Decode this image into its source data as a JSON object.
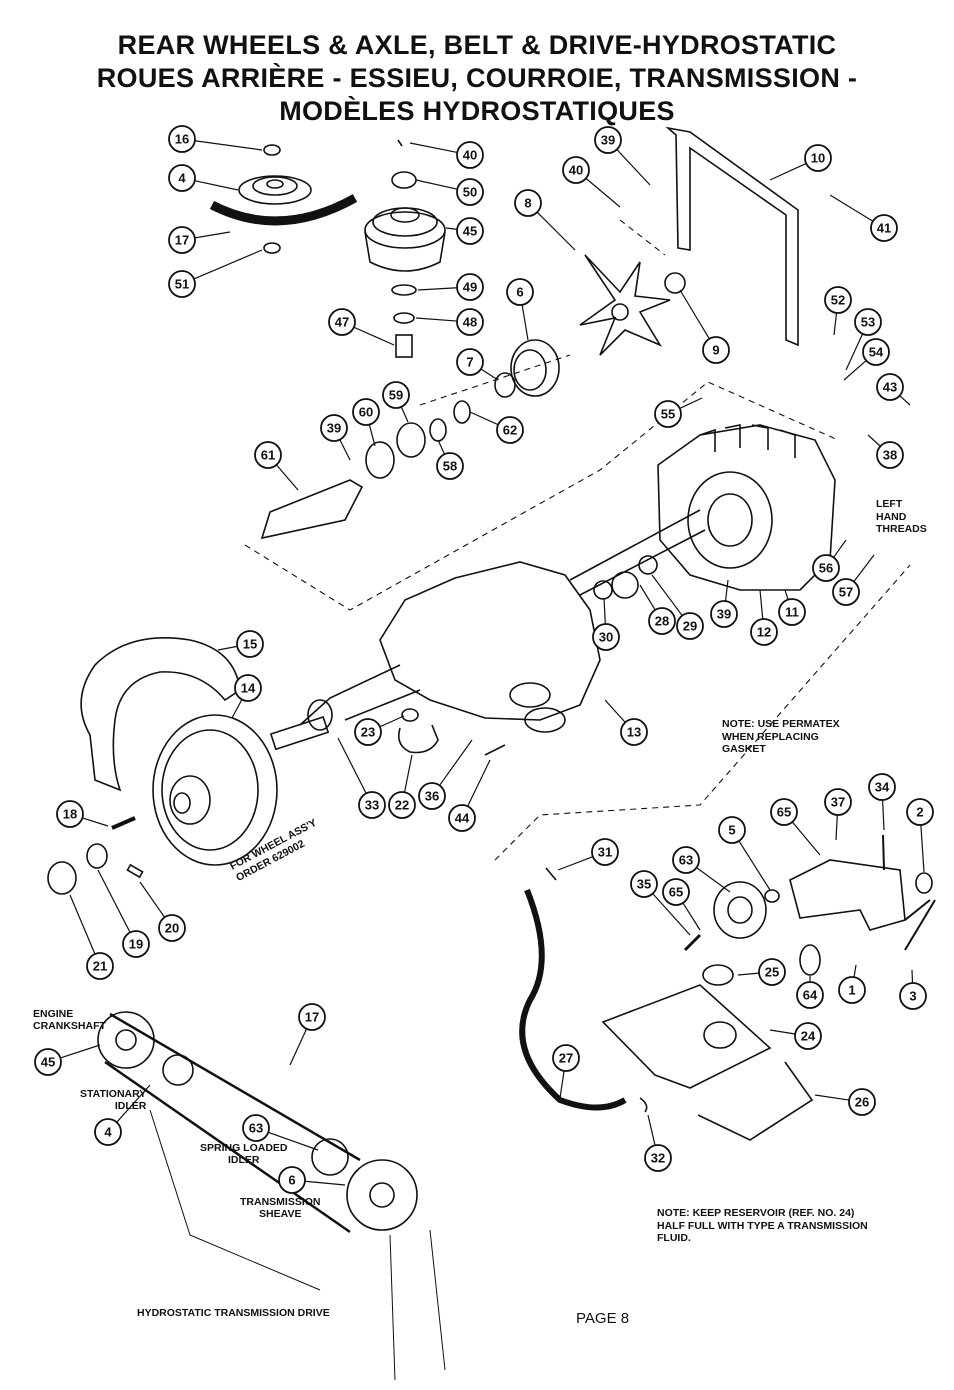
{
  "title": {
    "line1": "REAR WHEELS & AXLE, BELT & DRIVE-HYDROSTATIC",
    "line2": "ROUES ARRIÈRE - ESSIEU, COURROIE, TRANSMISSION -",
    "line3": "MODÈLES HYDROSTATIQUES"
  },
  "parts": [
    "16",
    "4",
    "17",
    "51",
    "40",
    "50",
    "45",
    "49",
    "48",
    "47",
    "39",
    "40",
    "10",
    "41",
    "8",
    "6",
    "9",
    "7",
    "52",
    "53",
    "54",
    "43",
    "59",
    "60",
    "39",
    "62",
    "55",
    "38",
    "61",
    "58",
    "56",
    "57",
    "15",
    "30",
    "28",
    "29",
    "39",
    "12",
    "11",
    "14",
    "23",
    "13",
    "33",
    "22",
    "36",
    "44",
    "18",
    "19",
    "20",
    "21",
    "34",
    "37",
    "65",
    "5",
    "2",
    "31",
    "63",
    "35",
    "65",
    "25",
    "64",
    "1",
    "3",
    "24",
    "27",
    "26",
    "32",
    "17",
    "45",
    "4",
    "63",
    "6"
  ],
  "notes": {
    "left_hand_threads": "LEFT\nHAND\nTHREADS",
    "permatex": "NOTE: USE PERMATEX\nWHEN REPLACING\nGASKET",
    "wheel_assy": "FOR WHEEL ASS'Y\nORDER 629002",
    "reservoir": "NOTE: KEEP RESERVOIR (REF. NO. 24)\nHALF FULL WITH TYPE A TRANSMISSION\nFLUID."
  },
  "belt_drive_labels": {
    "engine_crankshaft": "ENGINE\nCRANKSHAFT",
    "stationary_idler": "STATIONARY\nIDLER",
    "spring_loaded_idler": "SPRING LOADED\nIDLER",
    "transmission_sheave": "TRANSMISSION\nSHEAVE"
  },
  "footer": {
    "caption": "HYDROSTATIC TRANSMISSION DRIVE",
    "page": "PAGE 8"
  }
}
